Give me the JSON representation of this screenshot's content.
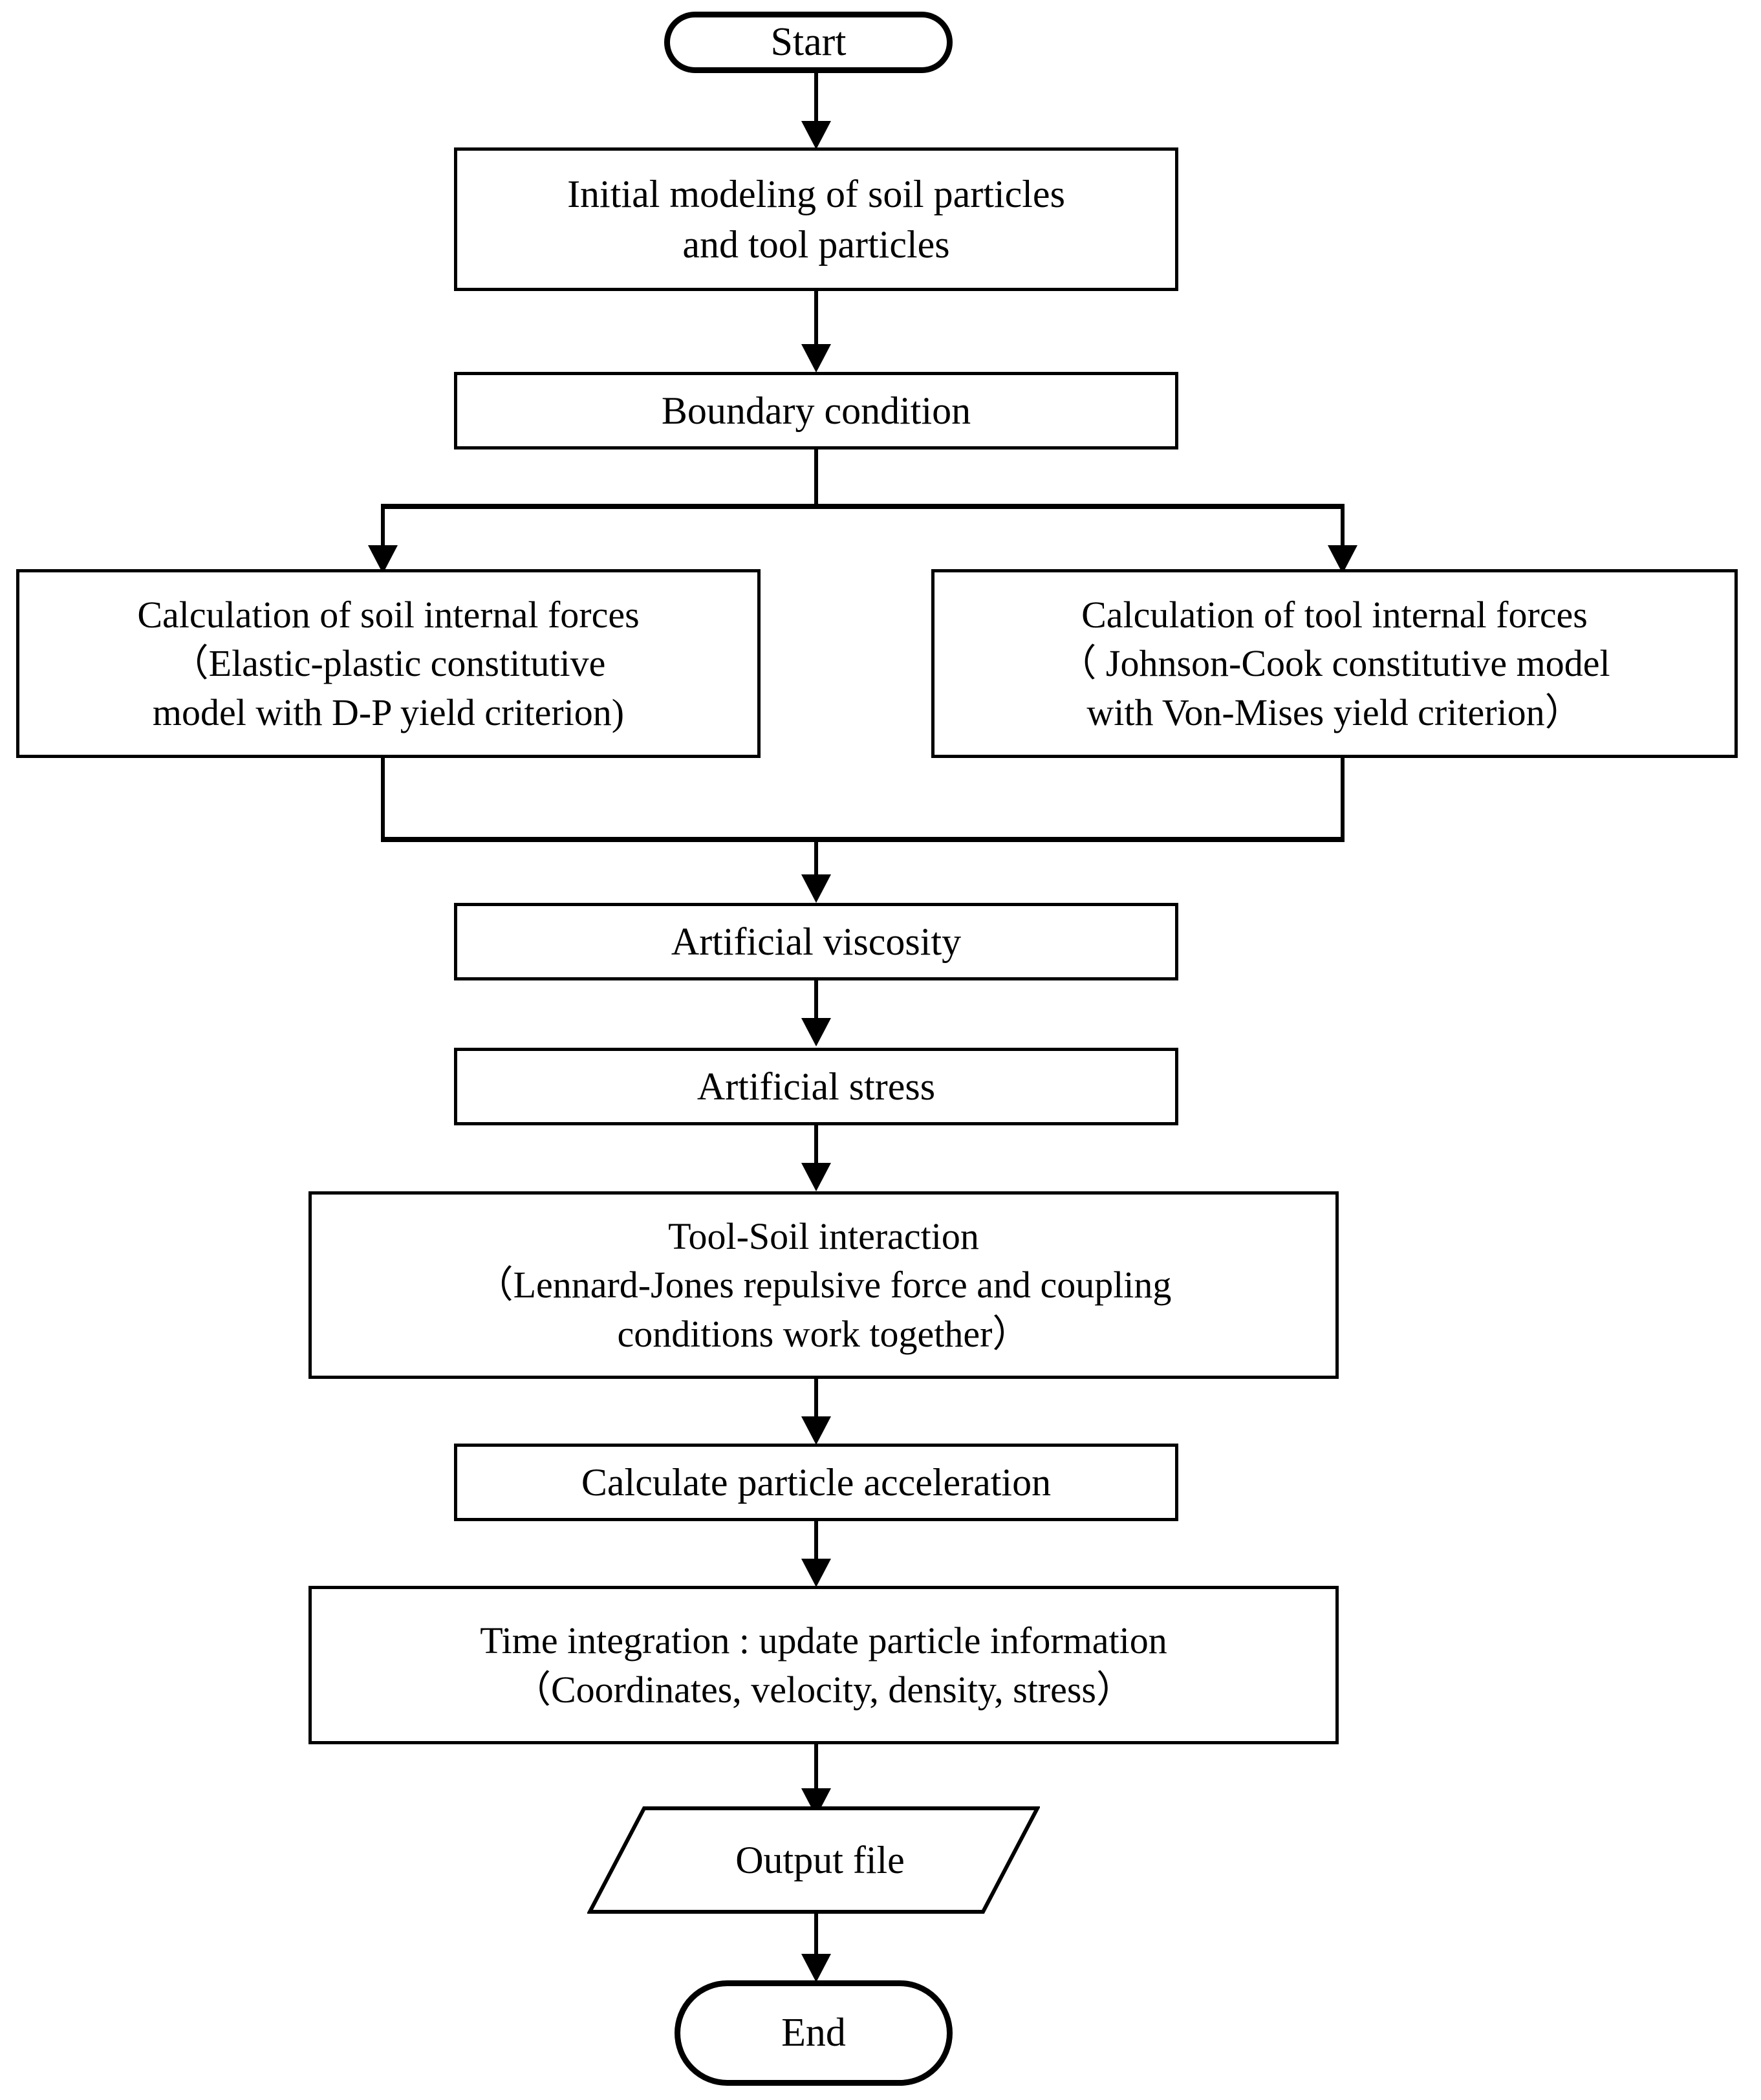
{
  "diagram": {
    "title": "SPH soil-tool interaction simulation flowchart",
    "background_color": "#ffffff",
    "line_color": "#000000",
    "type": "flowchart"
  },
  "nodes": {
    "start": {
      "label": "Start",
      "shape": "terminator"
    },
    "initial_modeling": {
      "label": "Initial modeling of soil particles\nand tool particles",
      "shape": "process"
    },
    "boundary_condition": {
      "label": "Boundary condition",
      "shape": "process"
    },
    "soil_forces": {
      "label": "Calculation of soil internal forces\n（Elastic-plastic constitutive\nmodel with D-P yield criterion)",
      "shape": "process"
    },
    "tool_forces": {
      "label": "Calculation of tool internal forces\n（ Johnson-Cook constitutive model\nwith Von-Mises yield criterion）",
      "shape": "process"
    },
    "artificial_viscosity": {
      "label": "Artificial viscosity",
      "shape": "process"
    },
    "artificial_stress": {
      "label": "Artificial stress",
      "shape": "process"
    },
    "tool_soil_interaction": {
      "label": "Tool-Soil interaction\n（Lennard-Jones repulsive force and coupling\nconditions work together）",
      "shape": "process"
    },
    "particle_acceleration": {
      "label": "Calculate particle acceleration",
      "shape": "process"
    },
    "time_integration": {
      "label": "Time integration : update particle information\n（Coordinates, velocity, density, stress）",
      "shape": "process"
    },
    "output_file": {
      "label": "Output file",
      "shape": "input-output"
    },
    "end": {
      "label": "End",
      "shape": "terminator"
    }
  },
  "edges": [
    {
      "from": "start",
      "to": "initial_modeling",
      "kind": "arrow-down"
    },
    {
      "from": "initial_modeling",
      "to": "boundary_condition",
      "kind": "arrow-down"
    },
    {
      "from": "boundary_condition",
      "to": "soil_forces",
      "kind": "split-left"
    },
    {
      "from": "boundary_condition",
      "to": "tool_forces",
      "kind": "split-right"
    },
    {
      "from": "soil_forces",
      "to": "artificial_viscosity",
      "kind": "merge-left"
    },
    {
      "from": "tool_forces",
      "to": "artificial_viscosity",
      "kind": "merge-right"
    },
    {
      "from": "artificial_viscosity",
      "to": "artificial_stress",
      "kind": "arrow-down"
    },
    {
      "from": "artificial_stress",
      "to": "tool_soil_interaction",
      "kind": "arrow-down"
    },
    {
      "from": "tool_soil_interaction",
      "to": "particle_acceleration",
      "kind": "arrow-down"
    },
    {
      "from": "particle_acceleration",
      "to": "time_integration",
      "kind": "arrow-down"
    },
    {
      "from": "time_integration",
      "to": "output_file",
      "kind": "arrow-down"
    },
    {
      "from": "output_file",
      "to": "end",
      "kind": "arrow-down"
    }
  ]
}
